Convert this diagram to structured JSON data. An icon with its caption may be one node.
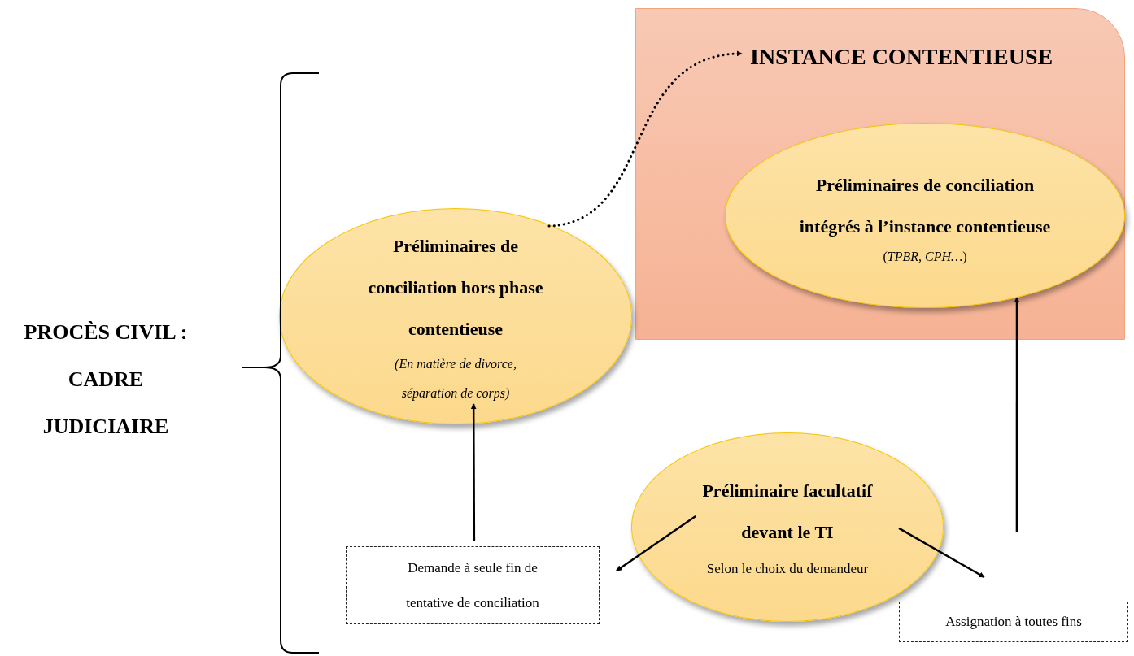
{
  "diagram": {
    "nodes": [
      {
        "text": [
          "INSTANCE CONTENTIEUSE"
        ]
      },
      {
        "text": [
          "Préliminaires de conciliation intégrés à l’instance contentieuse",
          "(*TPBR, CPH…*)"
        ],
        "in": 0
      },
      {
        "text": [
          "Préliminaires de conciliation hors phase contentieuse",
          "(En matière de divorce, séparation de corps)"
        ]
      },
      {
        "text": [
          "Préliminaire facultatif devant le TI",
          "Selon le choix du demandeur"
        ]
      },
      {
        "text": [
          "Demande à seule fin de tentative de conciliation"
        ]
      },
      {
        "text": [
          "Assignation à toutes fins"
        ]
      }
    ],
    "edges": [
      {
        "from": 2,
        "to": 0,
        "arrow": "to",
        "style": "dashed"
      },
      {
        "from": 4,
        "to": 2,
        "arrow": "to"
      },
      {
        "from": 3,
        "to": 4,
        "arrow": "to"
      },
      {
        "from": 3,
        "to": 5,
        "arrow": "to"
      },
      {
        "from": 5,
        "to": 1,
        "arrow": "to"
      }
    ],
    "labels": [
      "PROCÈS CIVIL : CADRE JUDICIAIRE"
    ]
  }
}
